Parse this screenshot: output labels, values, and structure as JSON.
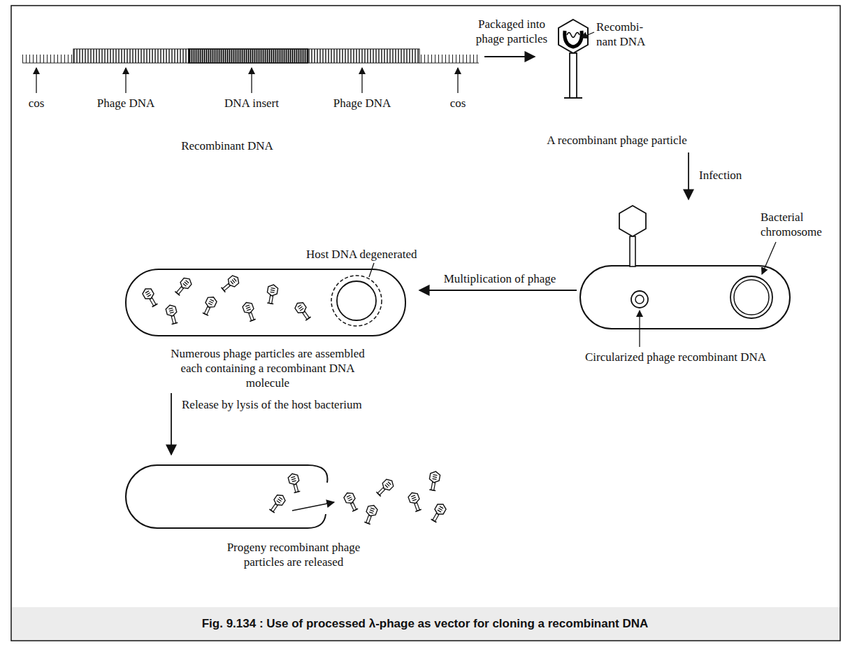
{
  "diagram": {
    "caption": "Fig. 9.134 : Use of processed λ-phage as vector for cloning a recombinant DNA",
    "nodes": [
      {
        "text": [
          "Recombinant DNA"
        ]
      },
      {
        "text": [
          "A recombinant phage particle"
        ]
      },
      {
        "text": [
          "Circularized phage recombinant DNA"
        ]
      },
      {
        "text": [
          "Numerous phage particles are assembled each containing a recombinant DNA molecule"
        ]
      },
      {
        "text": [
          "Progeny recombinant phage particles are released"
        ]
      }
    ],
    "edges": [
      {
        "from": 0,
        "to": 1,
        "arrow": "to",
        "label": "Packaged into phage particles"
      },
      {
        "from": 1,
        "to": 2,
        "arrow": "to",
        "label": "Infection"
      },
      {
        "from": 2,
        "to": 3,
        "arrow": "to",
        "label": "Multiplication of phage"
      },
      {
        "from": 3,
        "to": 4,
        "arrow": "to",
        "label": "Release by lysis of the host bacterium"
      }
    ],
    "labels": [
      "cos",
      "Phage DNA",
      "DNA insert",
      "Phage DNA",
      "cos",
      "Recombi- nant DNA",
      "Bacterial chromosome",
      "Host DNA degenerated"
    ]
  }
}
